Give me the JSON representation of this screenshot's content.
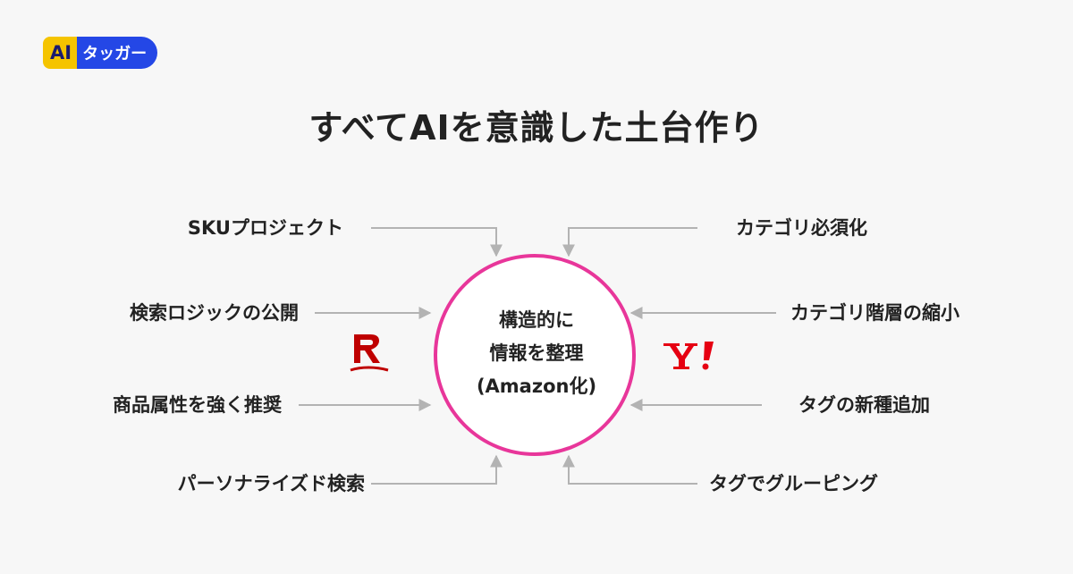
{
  "logo": {
    "ai": "AI",
    "text": "タッガー"
  },
  "title": "すべてAIを意識した土台作り",
  "center": {
    "line1": "構造的に",
    "line2": "情報を整理",
    "line3": "(Amazon化)"
  },
  "left_items": [
    "SKUプロジェクト",
    "検索ロジックの公開",
    "商品属性を強く推奨",
    "パーソナライズド検索"
  ],
  "right_items": [
    "カテゴリ必須化",
    "カテゴリ階層の縮小",
    "タグの新種追加",
    "タグでグルーピング"
  ],
  "colors": {
    "circle": "#e8369a",
    "arrow": "#b3b3b3",
    "rakuten": "#bf0000",
    "yahoo": "#e60012",
    "logo_yellow": "#f5c400",
    "logo_blue": "#2447e6"
  },
  "icons": {
    "left_brand": "rakuten-icon",
    "right_brand": "yahoo-icon"
  }
}
